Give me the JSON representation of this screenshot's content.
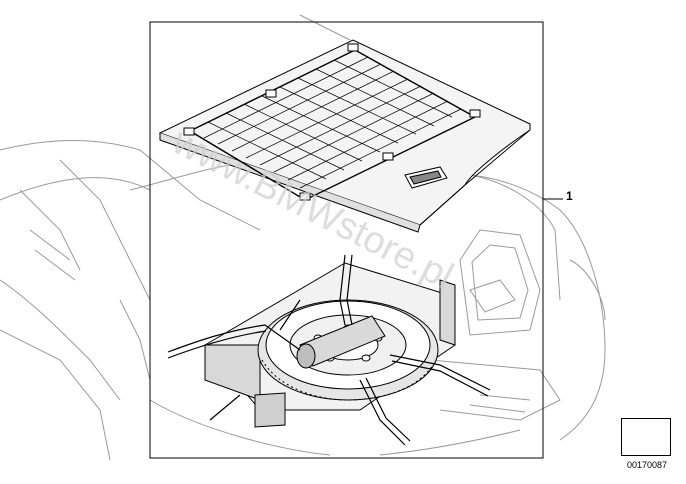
{
  "callouts": {
    "item_1": "1"
  },
  "reference_code": "00170087",
  "watermark_text": "www.BMWstore.pl",
  "colors": {
    "line": "#000000",
    "car_outline": "#9a9a9a",
    "panel_fill": "#f2f2f2",
    "watermark": "#cfcfcf"
  },
  "icons": {
    "reference_icon": "page-flip-arrow-icon"
  }
}
